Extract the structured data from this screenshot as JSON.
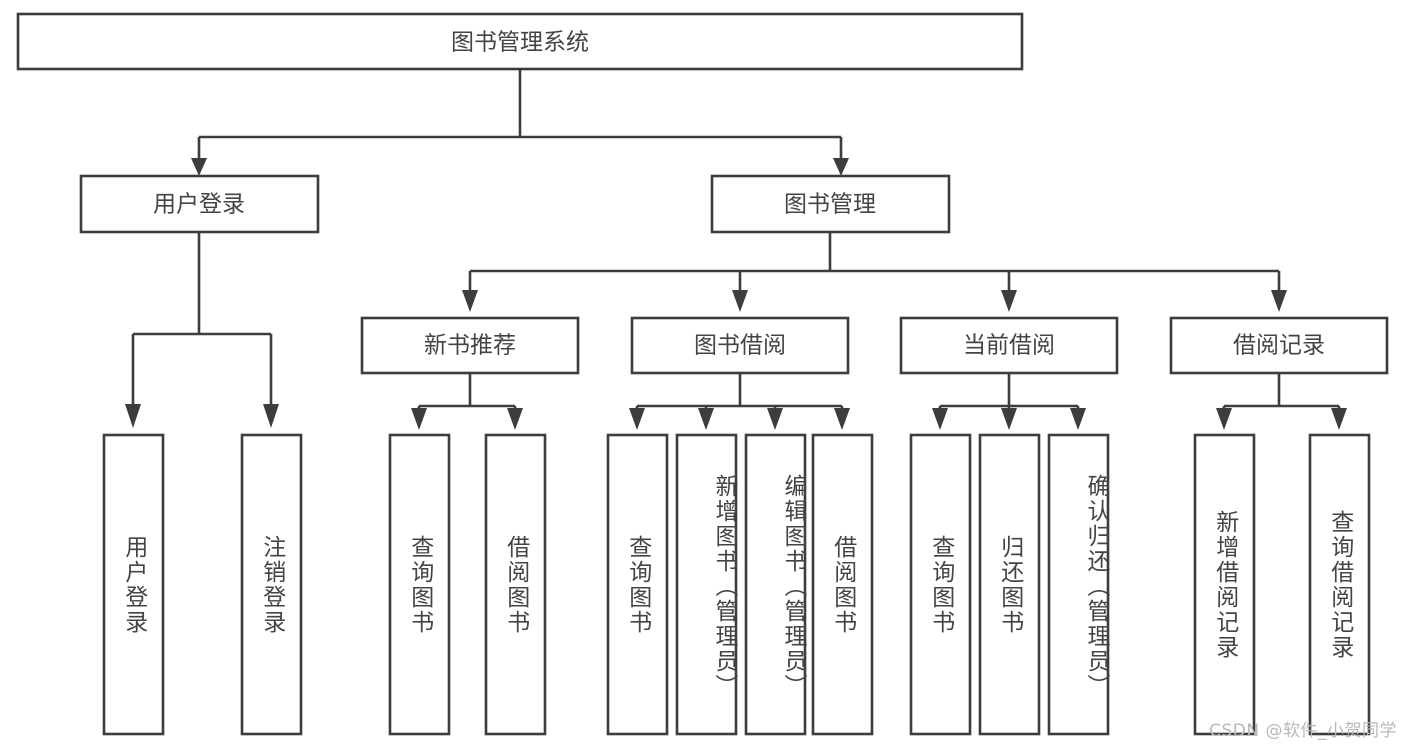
{
  "diagram": {
    "type": "tree-hierarchy",
    "title": "图书管理系统",
    "watermark": "CSDN @软件_小贺同学",
    "colors": {
      "stroke": "#3d3d3d",
      "text": "#444444",
      "background": "#ffffff",
      "watermark": "#b9b9b9"
    },
    "root": {
      "label": "图书管理系统"
    },
    "level2": [
      {
        "label": "用户登录"
      },
      {
        "label": "图书管理"
      }
    ],
    "level3": [
      {
        "label": "新书推荐"
      },
      {
        "label": "图书借阅"
      },
      {
        "label": "当前借阅"
      },
      {
        "label": "借阅记录"
      }
    ],
    "leaves": [
      {
        "label": "用户登录",
        "parent": "用户登录"
      },
      {
        "label": "注销登录",
        "parent": "用户登录"
      },
      {
        "label": "查询图书",
        "parent": "新书推荐"
      },
      {
        "label": "借阅图书",
        "parent": "新书推荐"
      },
      {
        "label": "查询图书",
        "parent": "图书借阅"
      },
      {
        "label": "新增图书（管理员）",
        "parent": "图书借阅"
      },
      {
        "label": "编辑图书（管理员）",
        "parent": "图书借阅"
      },
      {
        "label": "借阅图书",
        "parent": "图书借阅"
      },
      {
        "label": "查询图书",
        "parent": "当前借阅"
      },
      {
        "label": "归还图书",
        "parent": "当前借阅"
      },
      {
        "label": "确认归还（管理员）",
        "parent": "当前借阅"
      },
      {
        "label": "新增借阅记录",
        "parent": "借阅记录"
      },
      {
        "label": "查询借阅记录",
        "parent": "借阅记录"
      }
    ]
  }
}
